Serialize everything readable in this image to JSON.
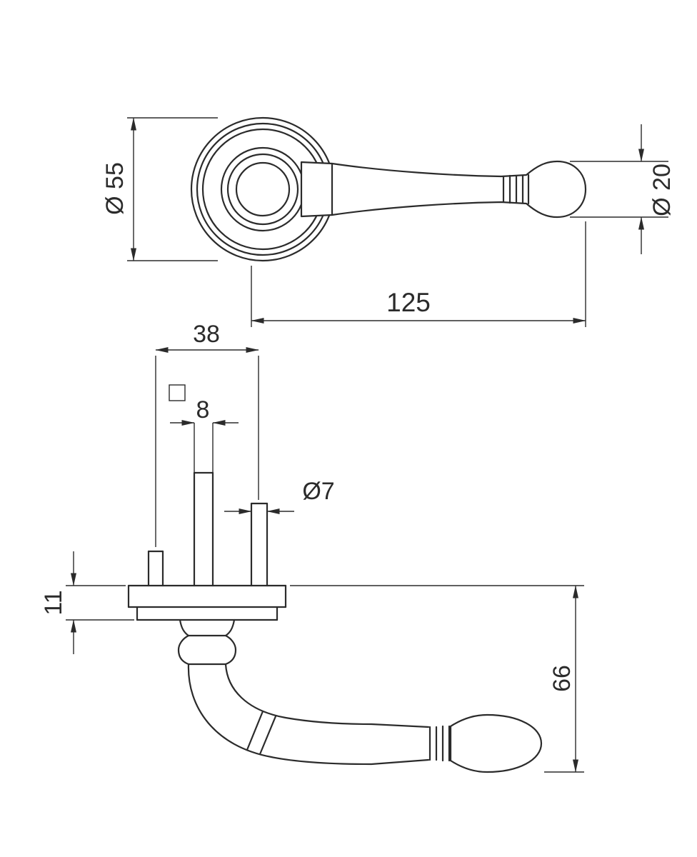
{
  "drawing": {
    "name": "door-handle-dimension-drawing",
    "background_color": "#ffffff",
    "line_color": "#2b2b2b",
    "front_view": {
      "rose_diameter_label": "Ø 55",
      "grip_diameter_label": "Ø 20",
      "handle_length_label": "125"
    },
    "side_view": {
      "screw_spacing_label": "38",
      "spindle_square_label": "8",
      "screw_diameter_label": "Ø7",
      "rose_thickness_label": "11",
      "projection_label": "66"
    }
  }
}
